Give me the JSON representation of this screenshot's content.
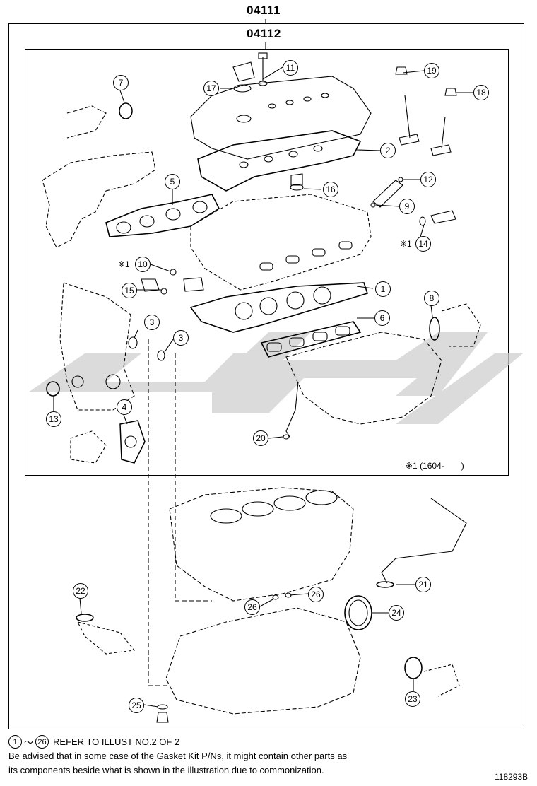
{
  "header": {
    "outer_code": "04111",
    "inner_code": "04112"
  },
  "callouts": [
    {
      "num": "1",
      "mark": ""
    },
    {
      "num": "2",
      "mark": ""
    },
    {
      "num": "3",
      "mark": ""
    },
    {
      "num": "3",
      "mark": ""
    },
    {
      "num": "4",
      "mark": ""
    },
    {
      "num": "5",
      "mark": ""
    },
    {
      "num": "6",
      "mark": ""
    },
    {
      "num": "7",
      "mark": ""
    },
    {
      "num": "8",
      "mark": ""
    },
    {
      "num": "9",
      "mark": ""
    },
    {
      "num": "10",
      "mark": "※1"
    },
    {
      "num": "11",
      "mark": ""
    },
    {
      "num": "12",
      "mark": ""
    },
    {
      "num": "13",
      "mark": ""
    },
    {
      "num": "14",
      "mark": "※1"
    },
    {
      "num": "15",
      "mark": ""
    },
    {
      "num": "16",
      "mark": ""
    },
    {
      "num": "17",
      "mark": ""
    },
    {
      "num": "18",
      "mark": ""
    },
    {
      "num": "19",
      "mark": ""
    },
    {
      "num": "20",
      "mark": ""
    },
    {
      "num": "21",
      "mark": ""
    },
    {
      "num": "22",
      "mark": ""
    },
    {
      "num": "23",
      "mark": ""
    },
    {
      "num": "24",
      "mark": ""
    },
    {
      "num": "25",
      "mark": ""
    },
    {
      "num": "26",
      "mark": ""
    },
    {
      "num": "26",
      "mark": ""
    }
  ],
  "note_box": "※1 (1604-　　)",
  "footer": {
    "range_start": "1",
    "range_sep": "～",
    "range_end": "26",
    "refer_text": "REFER TO ILLUST NO.2 OF 2",
    "advice_line1": "Be advised that in some case of the Gasket Kit P/Ns,  it might contain other parts as",
    "advice_line2": "its components beside what is shown in the illustration due to commonization.",
    "figure_id": "118293B"
  },
  "colors": {
    "line": "#000000",
    "watermark": "#c8c8c8",
    "background": "#ffffff"
  }
}
